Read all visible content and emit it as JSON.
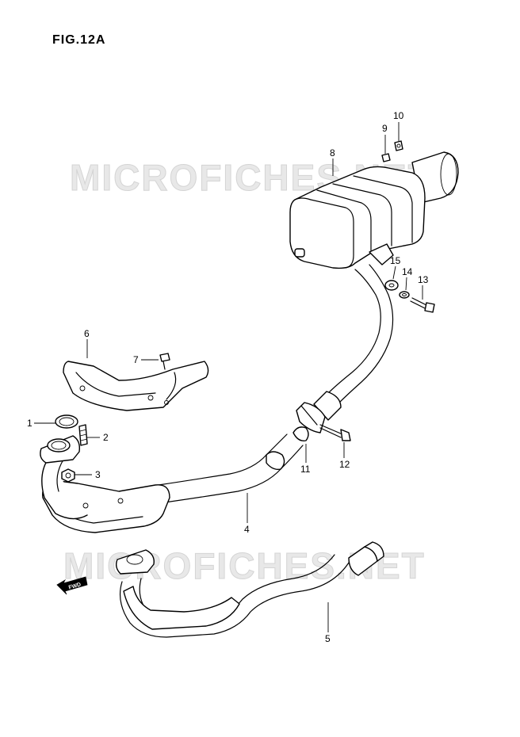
{
  "figure": {
    "title": "FIG.12A"
  },
  "watermark": {
    "text": "MICROFICHES.NET"
  },
  "fwd_label": "FWD",
  "callouts": [
    {
      "id": "p1",
      "label": "1"
    },
    {
      "id": "p2",
      "label": "2"
    },
    {
      "id": "p3",
      "label": "3"
    },
    {
      "id": "p4",
      "label": "4"
    },
    {
      "id": "p5",
      "label": "5"
    },
    {
      "id": "p6",
      "label": "6"
    },
    {
      "id": "p7",
      "label": "7"
    },
    {
      "id": "p8",
      "label": "8"
    },
    {
      "id": "p9",
      "label": "9"
    },
    {
      "id": "p10",
      "label": "10"
    },
    {
      "id": "p11",
      "label": "11"
    },
    {
      "id": "p12",
      "label": "12"
    },
    {
      "id": "p13",
      "label": "13"
    },
    {
      "id": "p14",
      "label": "14"
    },
    {
      "id": "p15",
      "label": "15"
    }
  ]
}
